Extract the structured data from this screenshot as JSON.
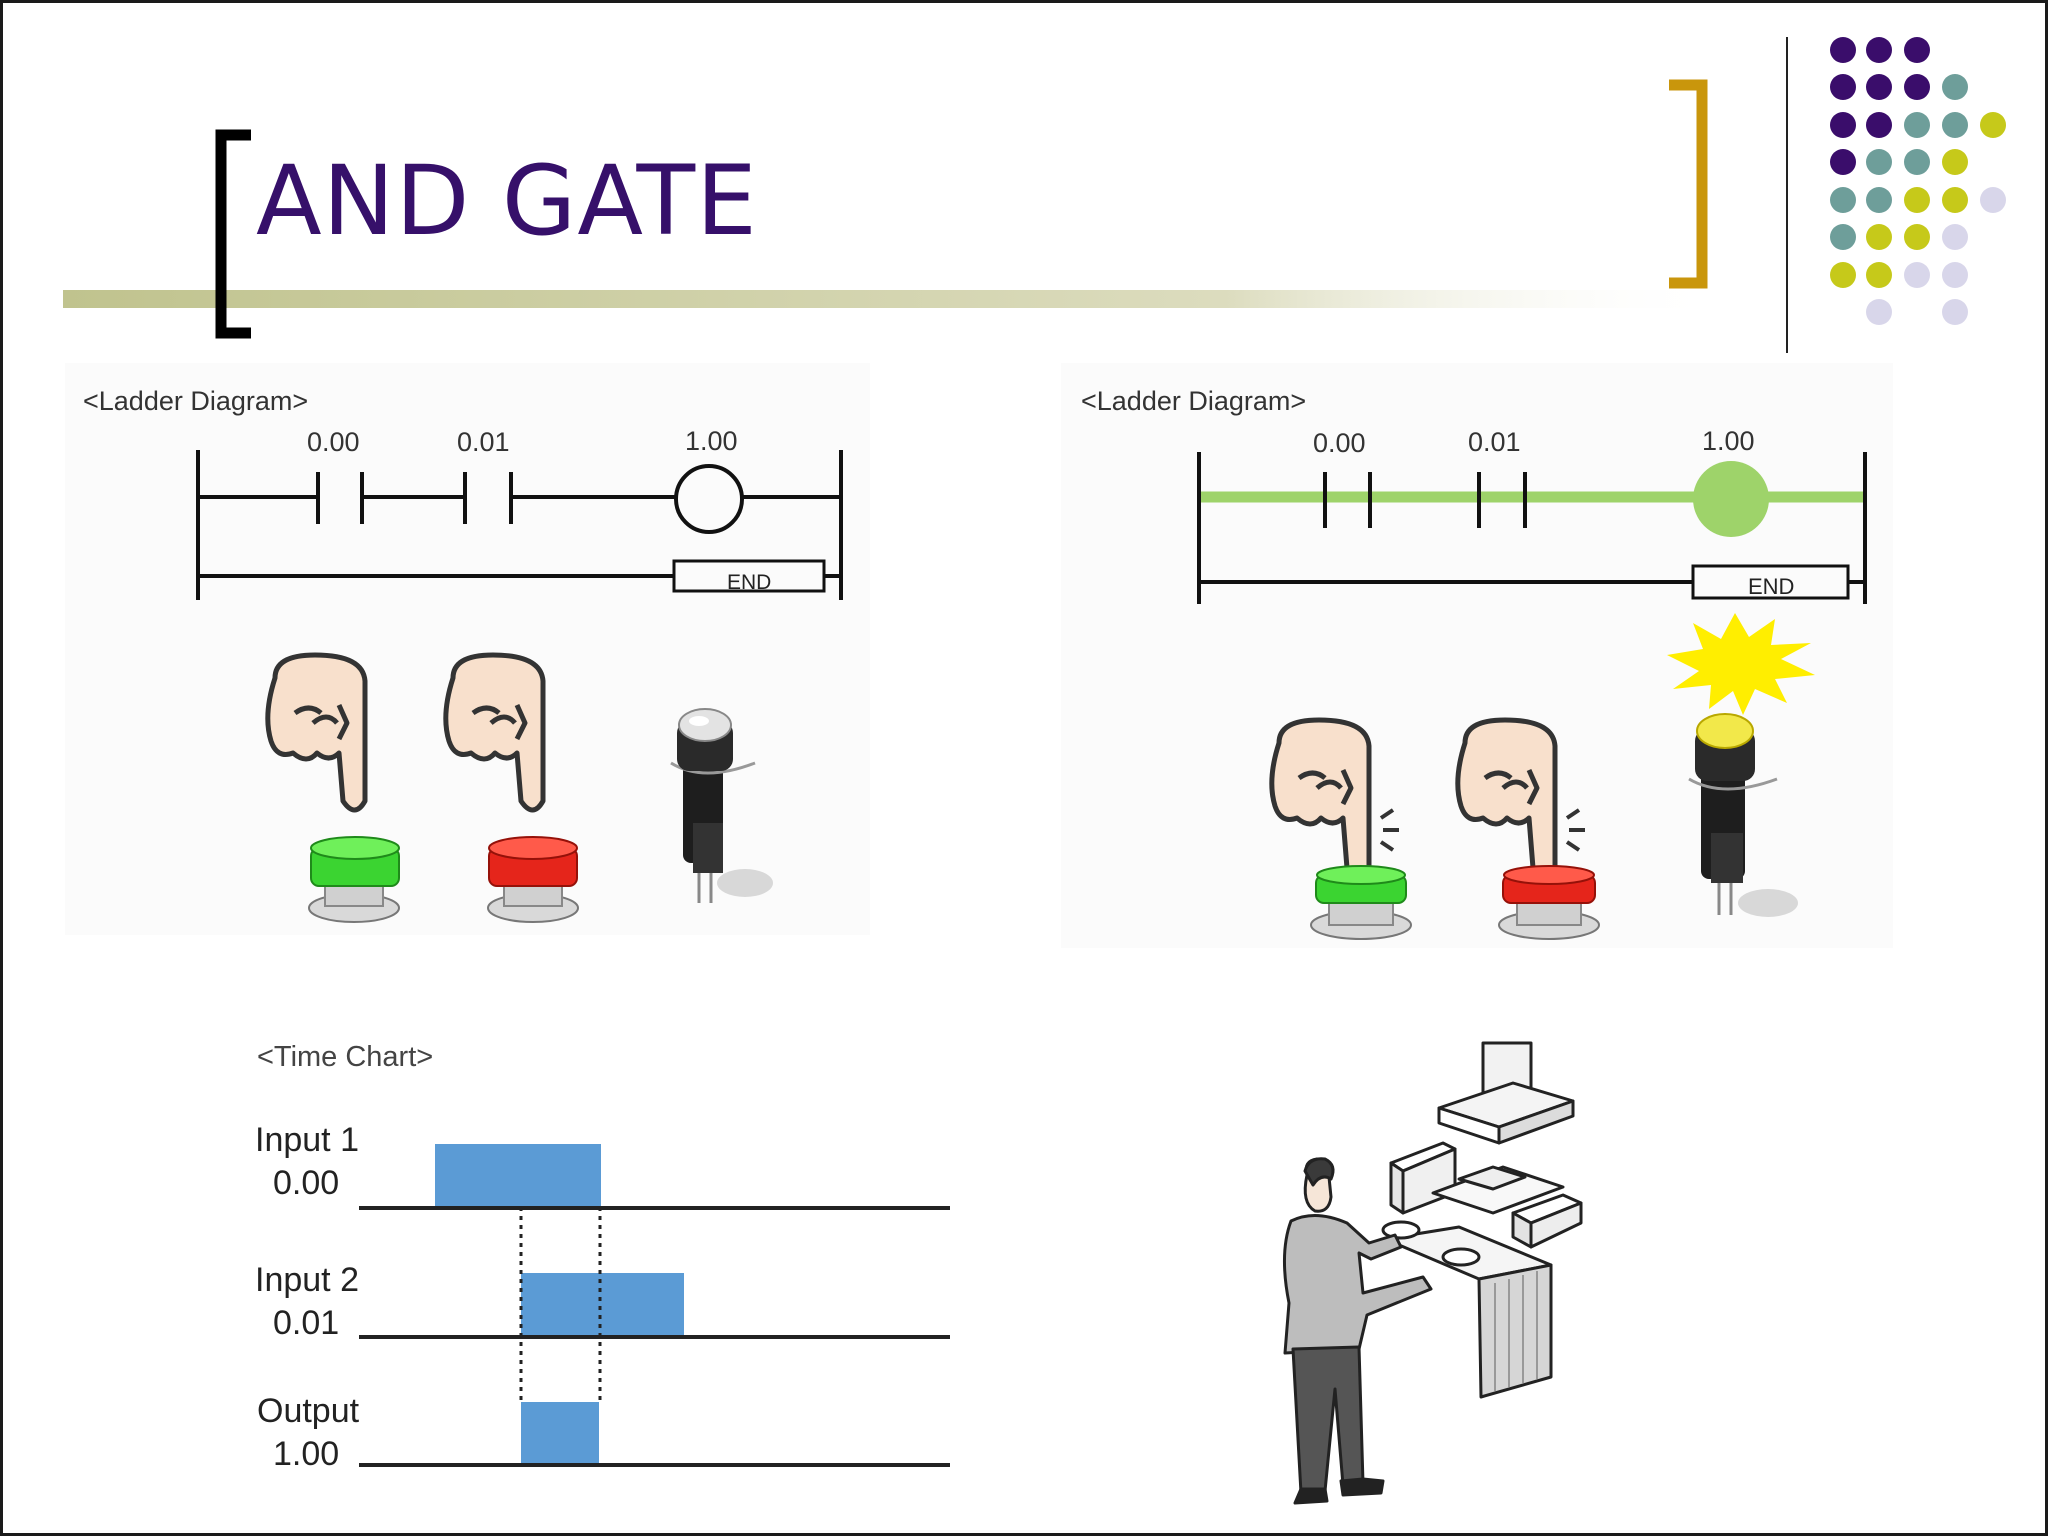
{
  "slide": {
    "title": "AND GATE"
  },
  "theme": {
    "title_color": "#36106a",
    "bracket_left_color": "#000000",
    "bracket_right_color": "#c9960c",
    "underline_color": "#c0c38e",
    "dot_colors": {
      "purple": "#3a0d6b",
      "teal": "#6e9e9a",
      "lime": "#c6c91a",
      "lavender": "#d8d6ea"
    }
  },
  "ladder_off": {
    "heading": "<Ladder Diagram>",
    "contact_1_address": "0.00",
    "contact_2_address": "0.01",
    "coil_address": "1.00",
    "end_label": "END",
    "button_1_color": "green",
    "button_2_color": "red",
    "lamp_state": "off"
  },
  "ladder_on": {
    "heading": "<Ladder Diagram>",
    "contact_1_address": "0.00",
    "contact_2_address": "0.01",
    "coil_address": "1.00",
    "end_label": "END",
    "energized_color": "#9ed36a",
    "button_1_color": "green",
    "button_2_color": "red",
    "lamp_state": "on",
    "lamp_color": "#f2e84a"
  },
  "time_chart": {
    "heading": "<Time Chart>",
    "signal_color": "#5b9bd5",
    "rows": [
      {
        "name": "Input 1",
        "address": "0.00"
      },
      {
        "name": "Input 2",
        "address": "0.01"
      },
      {
        "name": "Output",
        "address": "1.00"
      }
    ]
  },
  "operator_illustration": {
    "icon": "operator-press-icon"
  }
}
